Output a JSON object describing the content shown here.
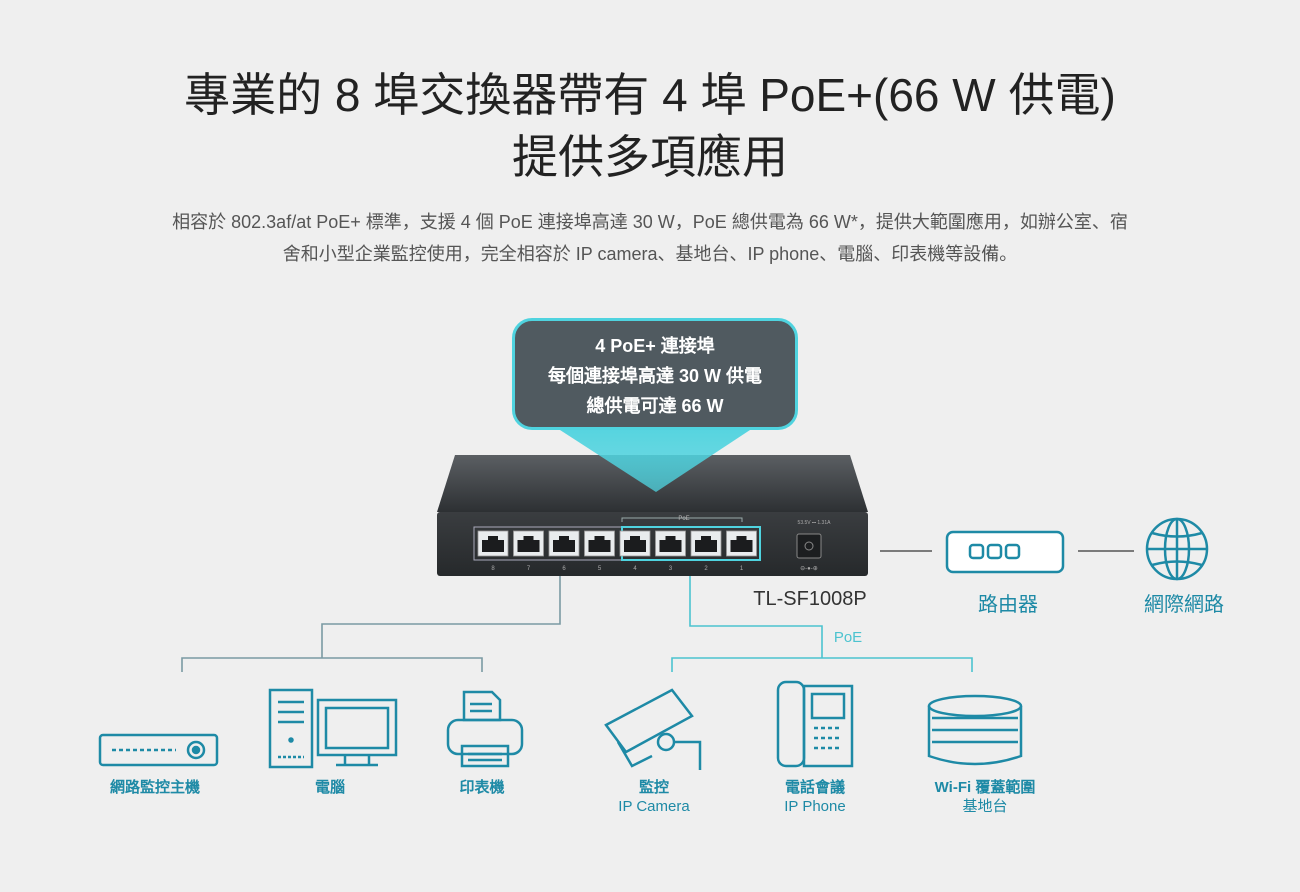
{
  "title": {
    "line1": "專業的 8 埠交換器帶有 4 埠 PoE+(66 W 供電)",
    "line2": "提供多項應用"
  },
  "description": {
    "line1": "相容於 802.3af/at PoE+ 標準，支援 4 個 PoE 連接埠高達 30 W，PoE 總供電為 66 W*，提供大範圍應用，如辦公室、宿",
    "line2": "舍和小型企業監控使用，完全相容於 IP camera、基地台、IP phone、電腦、印表機等設備。"
  },
  "callout": {
    "line1": "4 PoE+ 連接埠",
    "line2": "每個連接埠高達 30 W 供電",
    "line3": "總供電可達 66 W"
  },
  "switch": {
    "model": "TL-SF1008P",
    "poe_tag": "PoE",
    "port_numbers": [
      "8",
      "7",
      "6",
      "5",
      "4",
      "3",
      "2",
      "1"
    ],
    "power_label": "53.5V ⎓ 1.31A"
  },
  "network": {
    "router_label": "路由器",
    "internet_label": "網際網路",
    "poe_label": "PoE"
  },
  "devices": {
    "nvr": {
      "label": "網路監控主機"
    },
    "pc": {
      "label": "電腦"
    },
    "printer": {
      "label": "印表機"
    },
    "camera": {
      "label": "監控",
      "sub": "IP Camera"
    },
    "phone": {
      "label": "電話會議",
      "sub": "IP Phone"
    },
    "ap": {
      "label": "Wi-Fi 覆蓋範圍",
      "sub": "基地台"
    }
  },
  "colors": {
    "accent": "#1e8aa6",
    "line": "#4cc3cf",
    "callout_bg": "#505a60",
    "callout_border": "#4fd3df",
    "switch_body": "#3c3f42"
  }
}
